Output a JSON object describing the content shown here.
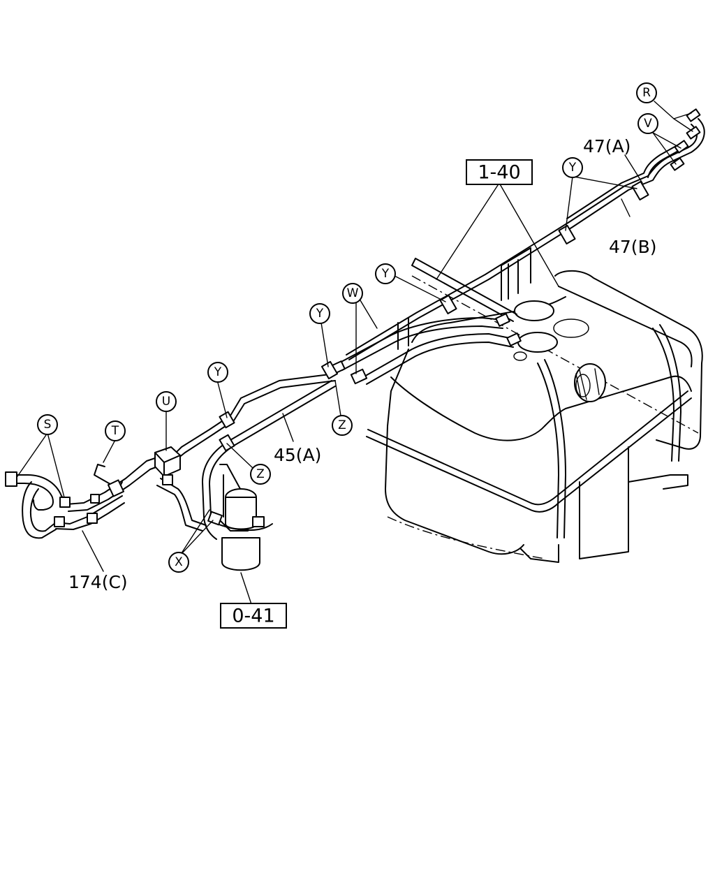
{
  "callouts": {
    "r": "R",
    "v": "V",
    "y1": "Y",
    "y2": "Y",
    "y3": "Y",
    "y4": "Y",
    "w": "W",
    "z1": "Z",
    "z2": "Z",
    "u": "U",
    "t": "T",
    "s": "S",
    "x": "X"
  },
  "part_labels": {
    "p47a": "47(A)",
    "p47b": "47(B)",
    "p45a": "45(A)",
    "p174c": "174(C)"
  },
  "ref_boxes": {
    "r140": "1-40",
    "r041": "0-41"
  }
}
